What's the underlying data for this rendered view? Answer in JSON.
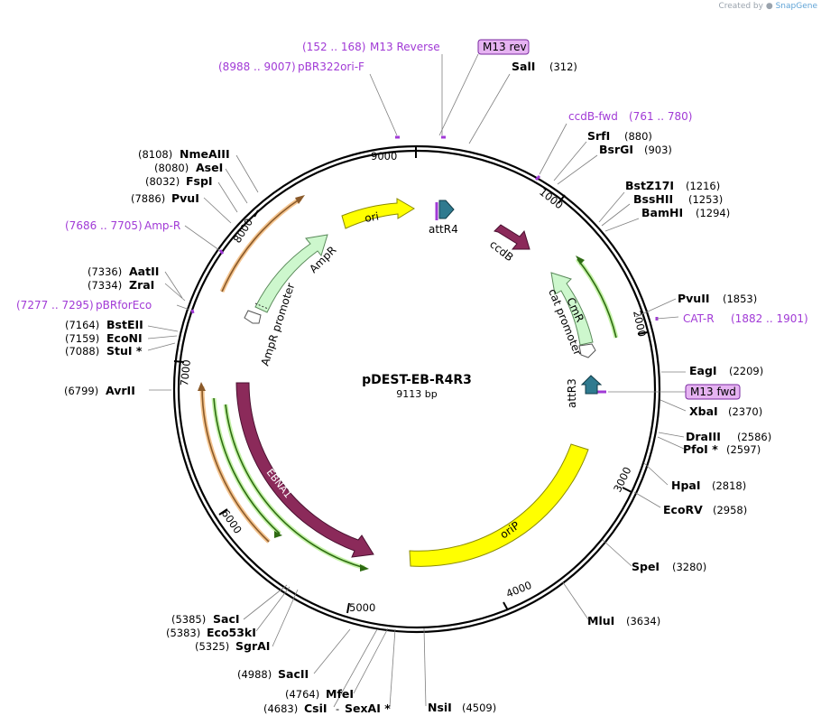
{
  "credit": {
    "prefix": "Created by",
    "brand": "SnapGene"
  },
  "plasmid": {
    "name": "pDEST-EB-R4R3",
    "length_label": "9113 bp",
    "length": 9113
  },
  "colors": {
    "primer": "#a13ad6",
    "primer_box": "#e6b3f2",
    "dark_feature": "#8b2a5a",
    "teal": "#2f7a8f",
    "yellow": "#ffff00",
    "promoter": "#cdf7cd",
    "orange": "#f0a04a",
    "green": "#2e8b2e"
  },
  "ticks": [
    {
      "label": "1000",
      "pos": 1000
    },
    {
      "label": "2000",
      "pos": 2000
    },
    {
      "label": "3000",
      "pos": 3000
    },
    {
      "label": "4000",
      "pos": 4000
    },
    {
      "label": "5000",
      "pos": 5000
    },
    {
      "label": "6000",
      "pos": 6000
    },
    {
      "label": "7000",
      "pos": 7000
    },
    {
      "label": "8000",
      "pos": 8000
    },
    {
      "label": "9000",
      "pos": 9000
    }
  ],
  "enzymes": [
    {
      "name": "SalI",
      "pos_label": "(312)"
    },
    {
      "name": "SrfI",
      "pos_label": "(880)"
    },
    {
      "name": "BsrGI",
      "pos_label": "(903)"
    },
    {
      "name": "BstZ17I",
      "pos_label": "(1216)"
    },
    {
      "name": "BssHII",
      "pos_label": "(1253)"
    },
    {
      "name": "BamHI",
      "pos_label": "(1294)"
    },
    {
      "name": "PvuII",
      "pos_label": "(1853)"
    },
    {
      "name": "EagI",
      "pos_label": "(2209)"
    },
    {
      "name": "XbaI",
      "pos_label": "(2370)"
    },
    {
      "name": "DraIII",
      "pos_label": "(2586)"
    },
    {
      "name": "PfoI *",
      "pos_label": "(2597)"
    },
    {
      "name": "HpaI",
      "pos_label": "(2818)"
    },
    {
      "name": "EcoRV",
      "pos_label": "(2958)"
    },
    {
      "name": "SpeI",
      "pos_label": "(3280)"
    },
    {
      "name": "MluI",
      "pos_label": "(3634)"
    },
    {
      "name": "NsiI",
      "pos_label": "(4509)"
    },
    {
      "name": "MfeI",
      "pos_label": "(4764)"
    },
    {
      "name": "CsiI",
      "pos_label": "(4683)"
    },
    {
      "name": "SexAI *",
      "pos_label": ""
    },
    {
      "name": "SacII",
      "pos_label": "(4988)"
    },
    {
      "name": "SgrAI",
      "pos_label": "(5325)"
    },
    {
      "name": "Eco53kI",
      "pos_label": "(5383)"
    },
    {
      "name": "SacI",
      "pos_label": "(5385)"
    },
    {
      "name": "AvrII",
      "pos_label": "(6799)"
    },
    {
      "name": "StuI *",
      "pos_label": "(7088)"
    },
    {
      "name": "EcoNI",
      "pos_label": "(7159)"
    },
    {
      "name": "BstEII",
      "pos_label": "(7164)"
    },
    {
      "name": "ZraI",
      "pos_label": "(7334)"
    },
    {
      "name": "AatII",
      "pos_label": "(7336)"
    },
    {
      "name": "PvuI",
      "pos_label": "(7886)"
    },
    {
      "name": "FspI",
      "pos_label": "(8032)"
    },
    {
      "name": "AseI",
      "pos_label": "(8080)"
    },
    {
      "name": "NmeAIII",
      "pos_label": "(8108)"
    }
  ],
  "csi_dash": "-",
  "primers": [
    {
      "name": "M13 Reverse",
      "range": "(152 .. 168)"
    },
    {
      "name": "pBR322ori-F",
      "range": "(8988 .. 9007)"
    },
    {
      "name": "ccdB-fwd",
      "range": "(761 .. 780)"
    },
    {
      "name": "CAT-R",
      "range": "(1882 .. 1901)"
    },
    {
      "name": "Amp-R",
      "range": "(7686 .. 7705)"
    },
    {
      "name": "pBRforEco",
      "range": "(7277 .. 7295)"
    }
  ],
  "boxed_primers": [
    {
      "name": "M13 rev"
    },
    {
      "name": "M13 fwd"
    }
  ],
  "features": {
    "ori": "ori",
    "attR4": "attR4",
    "ccdB": "ccdB",
    "AmpR": "AmpR",
    "AmpR_promoter": "AmpR promoter",
    "CmR": "CmR",
    "cat_promoter": "cat promoter",
    "attR3": "attR3",
    "EBNA1": "EBNA1",
    "oriP": "oriP"
  }
}
